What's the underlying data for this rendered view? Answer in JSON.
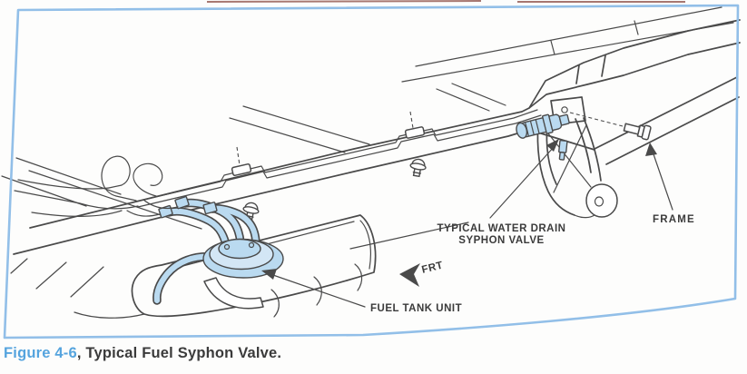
{
  "figure": {
    "type": "technical-illustration",
    "caption": {
      "number": "Figure 4-6",
      "rest": ", Typical Fuel Syphon Valve."
    },
    "labels": {
      "water_drain": {
        "line1": "TYPICAL WATER DRAIN",
        "line2": "SYPHON VALVE"
      },
      "frame": "FRAME",
      "frt": "FRT",
      "fuel_tank_unit": "FUEL TANK UNIT"
    },
    "colors": {
      "border_blue": "#92bfe8",
      "caption_blue": "#55a4de",
      "highlight_blue": "#badaf0",
      "highlight_blue_light": "#d3e6f5",
      "ink": "#4a4a4a",
      "text_dark": "#3b3b3b",
      "paper": "#fdfdfc"
    }
  }
}
